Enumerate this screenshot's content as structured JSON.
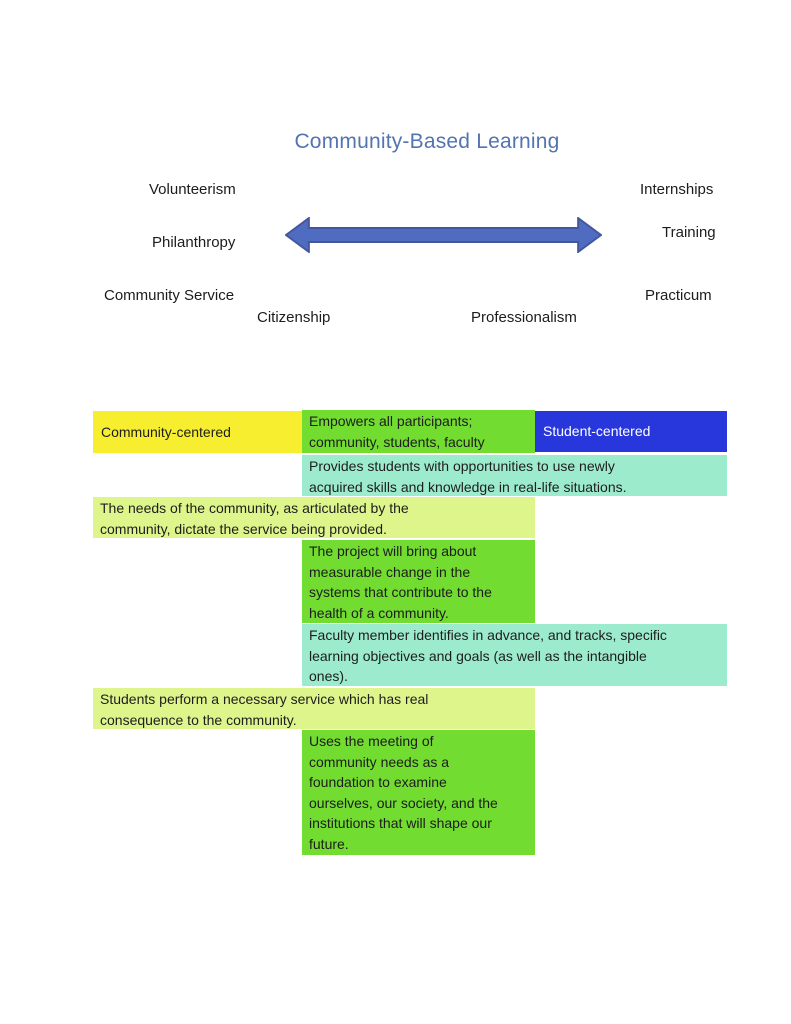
{
  "colors": {
    "yellow": "#f7ee2f",
    "green": "#72dc31",
    "blue": "#2737dc",
    "teal": "#9cebcd",
    "lightgreen": "#def58c",
    "title-blue": "#5474b0",
    "arrow-fill": "#4f6cc0",
    "arrow-stroke": "#44579e",
    "text": "#1d1d1d",
    "header-text-light": "#ffffff"
  },
  "diagram": {
    "title": "Community-Based Learning",
    "arrow_icon": "double-headed-arrow",
    "labels": {
      "volunteerism": "Volunteerism",
      "philanthropy": "Philanthropy",
      "community_service": "Community Service",
      "internships": "Internships",
      "training": "Training",
      "practicum": "Practicum",
      "citizenship": "Citizenship",
      "professionalism": "Professionalism"
    }
  },
  "table": {
    "cells": {
      "community_centered": "Community-centered",
      "student_centered": "Student-centered",
      "empowers": {
        "lines": [
          "Empowers all participants;",
          "community, students, faculty"
        ]
      },
      "provides": {
        "lines": [
          "Provides students with opportunities to use newly",
          "acquired skills and knowledge in real-life situations."
        ]
      },
      "needs": {
        "lines": [
          "The needs of the community, as articulated by the",
          "community, dictate the service being provided."
        ]
      },
      "project": {
        "lines": [
          "The project will bring about",
          "measurable change in the",
          "systems that contribute to the",
          "health of a community."
        ]
      },
      "faculty": {
        "lines": [
          "Faculty member identifies in advance, and tracks, specific",
          "learning objectives and goals (as well as the intangible",
          "ones)."
        ]
      },
      "students": {
        "lines": [
          "Students perform a necessary service which has real",
          "consequence to the community."
        ]
      },
      "uses": {
        "lines": [
          "Uses the meeting of",
          "community needs as a",
          "foundation to examine",
          "ourselves, our society, and the",
          "institutions that will shape our",
          "future."
        ]
      }
    }
  }
}
